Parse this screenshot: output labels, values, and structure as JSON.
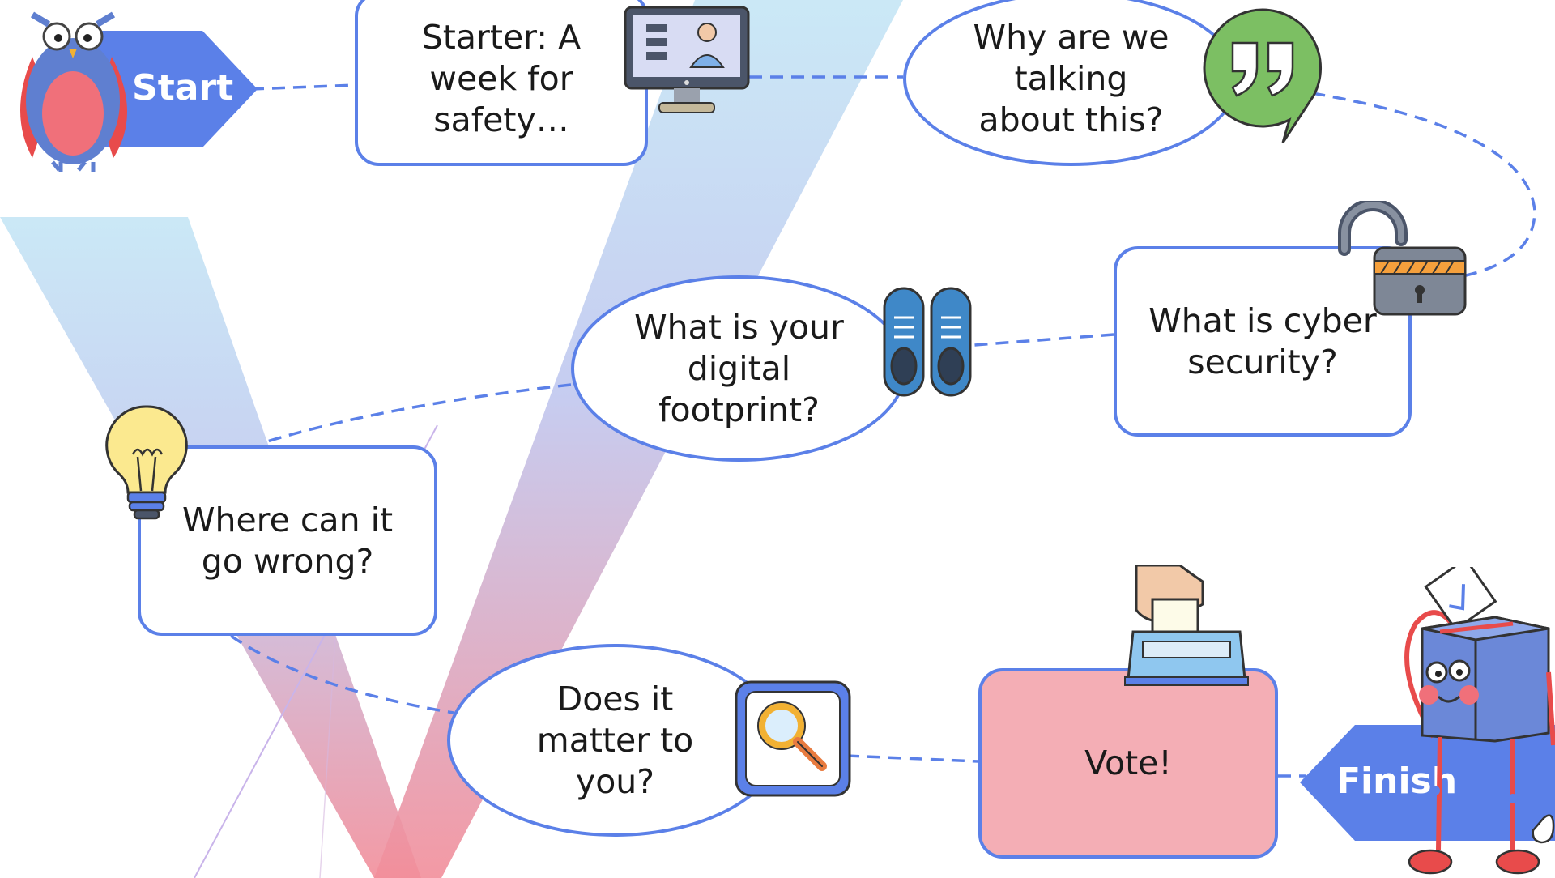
{
  "diagram": {
    "start_label": "Start",
    "finish_label": "Finish",
    "nodes": {
      "starter": "Starter: A\nweek for\nsafety…",
      "why": "Why are we\ntalking\nabout this?",
      "cyber": "What is cyber\nsecurity?",
      "footprint": "What is your\ndigital\nfootprint?",
      "wrong": "Where can it\ngo wrong?",
      "matter": "Does it\nmatter to\nyou?",
      "vote": "Vote!"
    },
    "icons": {
      "start": "owl-mascot-icon",
      "starter": "computer-monitor-icon",
      "why": "quote-speech-bubble-icon",
      "cyber": "padlock-open-icon",
      "footprint": "shoes-icon",
      "wrong": "lightbulb-icon",
      "matter": "magnifying-glass-icon",
      "vote": "ballot-box-hand-icon",
      "finish": "ballot-box-mascot-icon"
    },
    "colors": {
      "accent_blue": "#5b80e8",
      "vote_fill": "#f4aeb5",
      "dashed_line": "#5b80e8"
    }
  }
}
